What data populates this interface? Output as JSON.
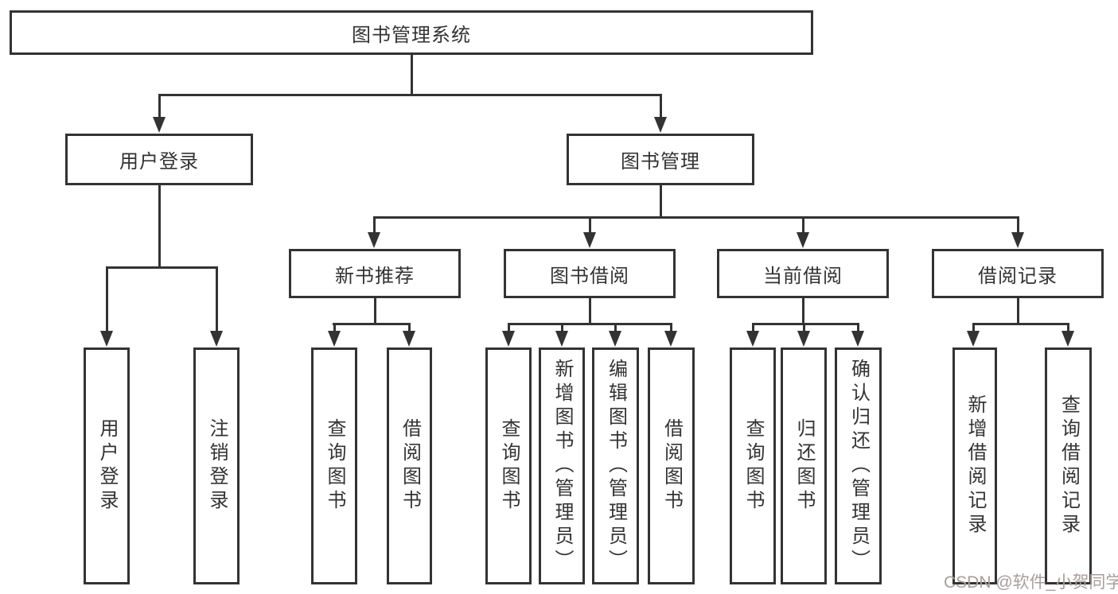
{
  "diagram": {
    "root": {
      "label": "图书管理系统"
    },
    "level2": [
      {
        "label": "用户登录"
      },
      {
        "label": "图书管理"
      }
    ],
    "level3": [
      {
        "label": "新书推荐"
      },
      {
        "label": "图书借阅"
      },
      {
        "label": "当前借阅"
      },
      {
        "label": "借阅记录"
      }
    ],
    "leaves": [
      {
        "label": "用户登录",
        "parent": "用户登录"
      },
      {
        "label": "注销登录",
        "parent": "用户登录"
      },
      {
        "label": "查询图书",
        "parent": "新书推荐"
      },
      {
        "label": "借阅图书",
        "parent": "新书推荐"
      },
      {
        "label": "查询图书",
        "parent": "图书借阅"
      },
      {
        "label": "新增图书（管理员）",
        "parent": "图书借阅"
      },
      {
        "label": "编辑图书（管理员）",
        "parent": "图书借阅"
      },
      {
        "label": "借阅图书",
        "parent": "图书借阅"
      },
      {
        "label": "查询图书",
        "parent": "当前借阅"
      },
      {
        "label": "归还图书",
        "parent": "当前借阅"
      },
      {
        "label": "确认归还（管理员）",
        "parent": "当前借阅"
      },
      {
        "label": "新增借阅记录",
        "parent": "借阅记录"
      },
      {
        "label": "查询借阅记录",
        "parent": "借阅记录"
      }
    ],
    "watermark": "CSDN @软件_小贺同学",
    "colors": {
      "line": "#333333",
      "text": "#333333",
      "watermark": "#a89e9e",
      "background": "#ffffff"
    }
  }
}
